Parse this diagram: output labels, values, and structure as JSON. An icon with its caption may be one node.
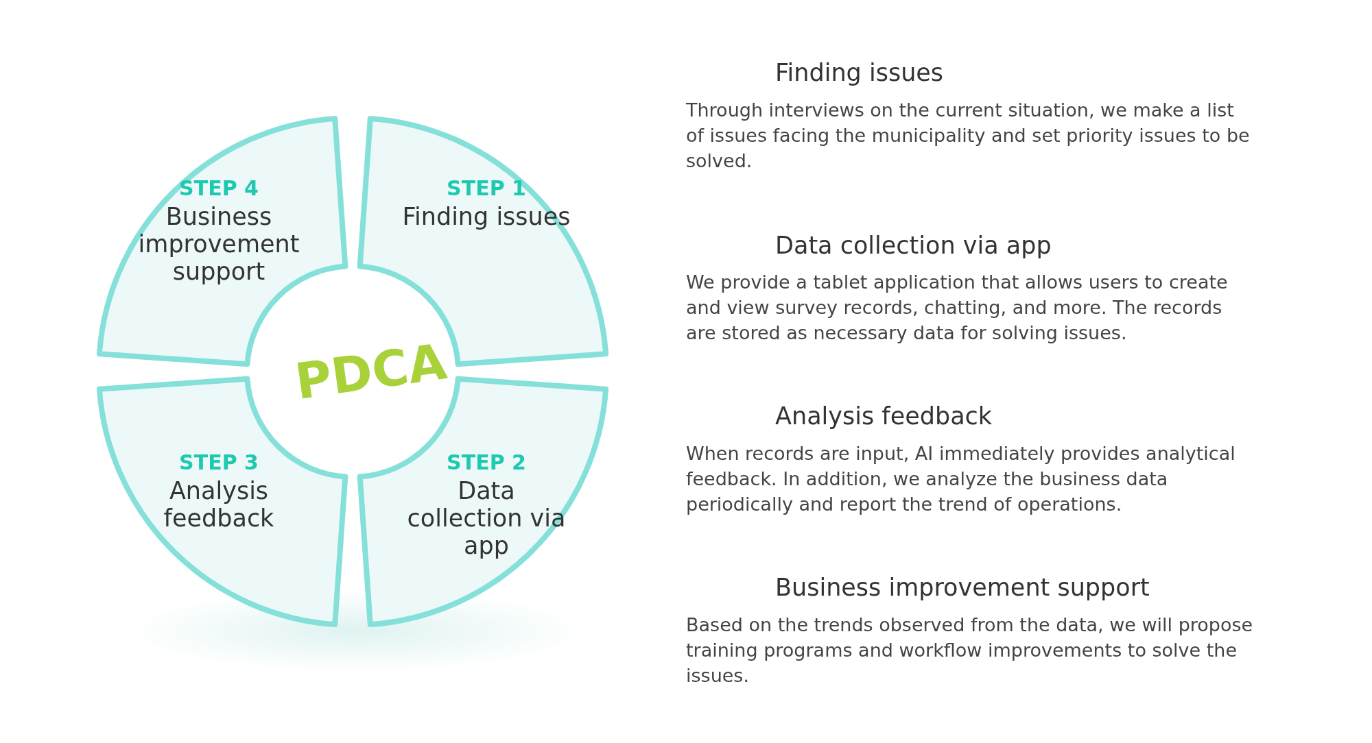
{
  "diagram": {
    "nodes": [
      {
        "text": [
          "STEP 1",
          "Finding issues"
        ]
      },
      {
        "text": [
          "STEP 2",
          "Data collection via app"
        ]
      },
      {
        "text": [
          "STEP 3",
          "Analysis feedback"
        ]
      },
      {
        "text": [
          "STEP 4",
          "Business improvement support"
        ]
      }
    ],
    "edges": [],
    "labels": [
      "PDCA",
      "Finding issues",
      "Through interviews on the current situation, we make a list of issues facing the municipality and set priority issues to be solved.",
      "Data collection via app",
      "We provide a tablet application that allows users to create and view survey records, chatting, and more. The records are stored as necessary data for solving issues.",
      "Analysis feedback",
      "When records are input, AI immediately provides analytical feedback. In addition, we analyze the business data periodically and report the trend of operations.",
      "Business improvement support",
      "Based on the trends observed from the data, we will propose training programs and workflow improvements to solve the issues."
    ]
  }
}
